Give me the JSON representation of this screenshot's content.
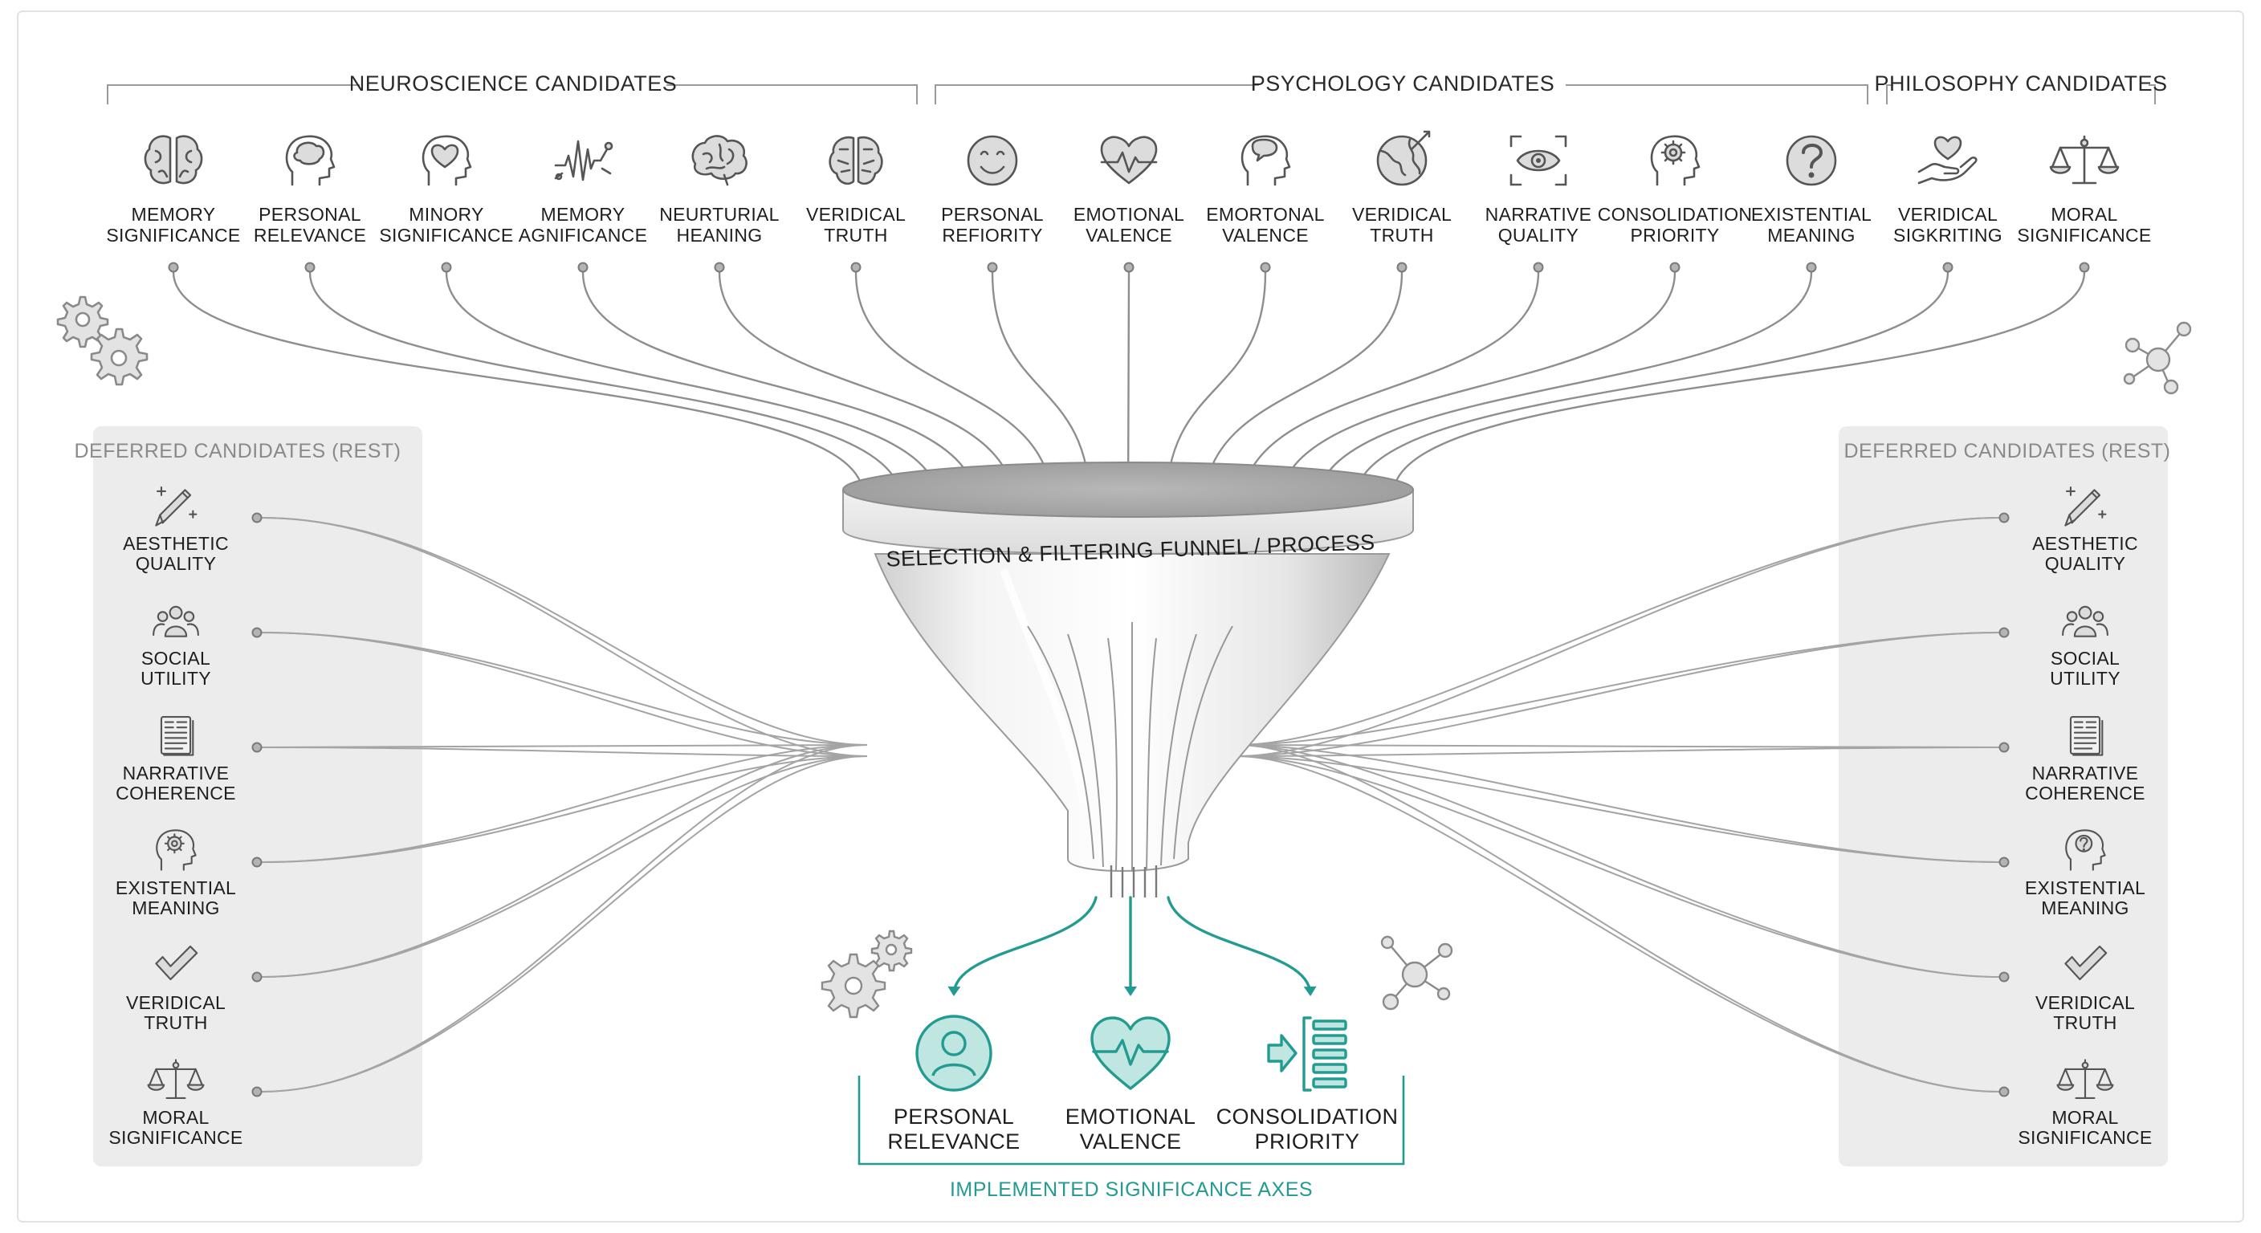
{
  "groups": {
    "neuroscience": "NEUROSCIENCE CANDIDATES",
    "psychology": "PSYCHOLOGY CANDIDATES",
    "philosophy": "PHILOSOPHY CANDIDATES"
  },
  "candidates": [
    {
      "line1": "MEMORY",
      "line2": "SIGNIFICANCE",
      "icon": "brain-icon"
    },
    {
      "line1": "PERSONAL",
      "line2": "RELEVANCE",
      "icon": "head-brain-icon"
    },
    {
      "line1": "MINORY",
      "line2": "SIGNIFICANCE",
      "icon": "head-heart-icon"
    },
    {
      "line1": "MEMORY",
      "line2": "AGNIFICANCE",
      "icon": "signal-wave-icon"
    },
    {
      "line1": "NEURTURIAL",
      "line2": "HEANING",
      "icon": "brain-outline-icon"
    },
    {
      "line1": "VERIDICAL",
      "line2": "TRUTH",
      "icon": "brain-split-icon"
    },
    {
      "line1": "PERSONAL",
      "line2": "REFIORITY",
      "icon": "smile-face-icon"
    },
    {
      "line1": "EMOTIONAL",
      "line2": "VALENCE",
      "icon": "heart-pulse-icon"
    },
    {
      "line1": "EMORTONAL",
      "line2": "VALENCE",
      "icon": "head-speech-icon"
    },
    {
      "line1": "VERIDICAL",
      "line2": "TRUTH",
      "icon": "globe-icon"
    },
    {
      "line1": "NARRATIVE",
      "line2": "QUALITY",
      "icon": "eye-frame-icon"
    },
    {
      "line1": "CONSOLIDATION",
      "line2": "PRIORITY",
      "icon": "head-gear-icon"
    },
    {
      "line1": "EXISTENTIAL",
      "line2": "MEANING",
      "icon": "question-circle-icon"
    },
    {
      "line1": "VERIDICAL",
      "line2": "SIGKRITING",
      "icon": "hand-heart-icon"
    },
    {
      "line1": "MORAL",
      "line2": "SIGNIFICANCE",
      "icon": "scales-icon"
    }
  ],
  "funnel": {
    "label": "SELECTION & FILTERING FUNNEL / PROCESS"
  },
  "deferred": {
    "left_title": "DEFERRED CANDIDATES (REST)",
    "right_title": "DEFERRED CANDIDATES (REST)",
    "items": [
      {
        "line1": "AESTHETIC",
        "line2": "QUALITY",
        "icon": "pencil-sparkle-icon"
      },
      {
        "line1": "SOCIAL",
        "line2": "UTILITY",
        "icon": "people-group-icon"
      },
      {
        "line1": "NARRATIVE",
        "line2": "COHERENCE",
        "icon": "document-icon"
      },
      {
        "line1": "EXISTENTIAL",
        "line2": "MEANING",
        "icon": "head-gear-icon"
      },
      {
        "line1": "VERIDICAL",
        "line2": "TRUTH",
        "icon": "checkmark-icon"
      },
      {
        "line1": "MORAL",
        "line2": "SIGNIFICANCE",
        "icon": "scales-icon"
      }
    ],
    "right_items": [
      {
        "line1": "AESTHETIC",
        "line2": "QUALITY",
        "icon": "pencil-sparkle-icon"
      },
      {
        "line1": "SOCIAL",
        "line2": "UTILITY",
        "icon": "people-group-icon"
      },
      {
        "line1": "NARRATIVE",
        "line2": "COHERENCE",
        "icon": "document-icon"
      },
      {
        "line1": "EXISTENTIAL",
        "line2": "MEANING",
        "icon": "head-question-icon"
      },
      {
        "line1": "VERIDICAL",
        "line2": "TRUTH",
        "icon": "checkmark-icon"
      },
      {
        "line1": "MORAL",
        "line2": "SIGNIFICANCE",
        "icon": "scales-icon"
      }
    ]
  },
  "implemented": {
    "title": "IMPLEMENTED SIGNIFICANCE AXES",
    "axes": [
      {
        "line1": "PERSONAL",
        "line2": "RELEVANCE",
        "icon": "person-circle-icon"
      },
      {
        "line1": "EMOTIONAL",
        "line2": "VALENCE",
        "icon": "heart-pulse-icon"
      },
      {
        "line1": "CONSOLIDATION",
        "line2": "PRIORITY",
        "icon": "arrow-into-stack-icon"
      }
    ]
  },
  "colors": {
    "accent": "#239b91",
    "line": "#8e8e8e",
    "panel": "#ececec"
  }
}
